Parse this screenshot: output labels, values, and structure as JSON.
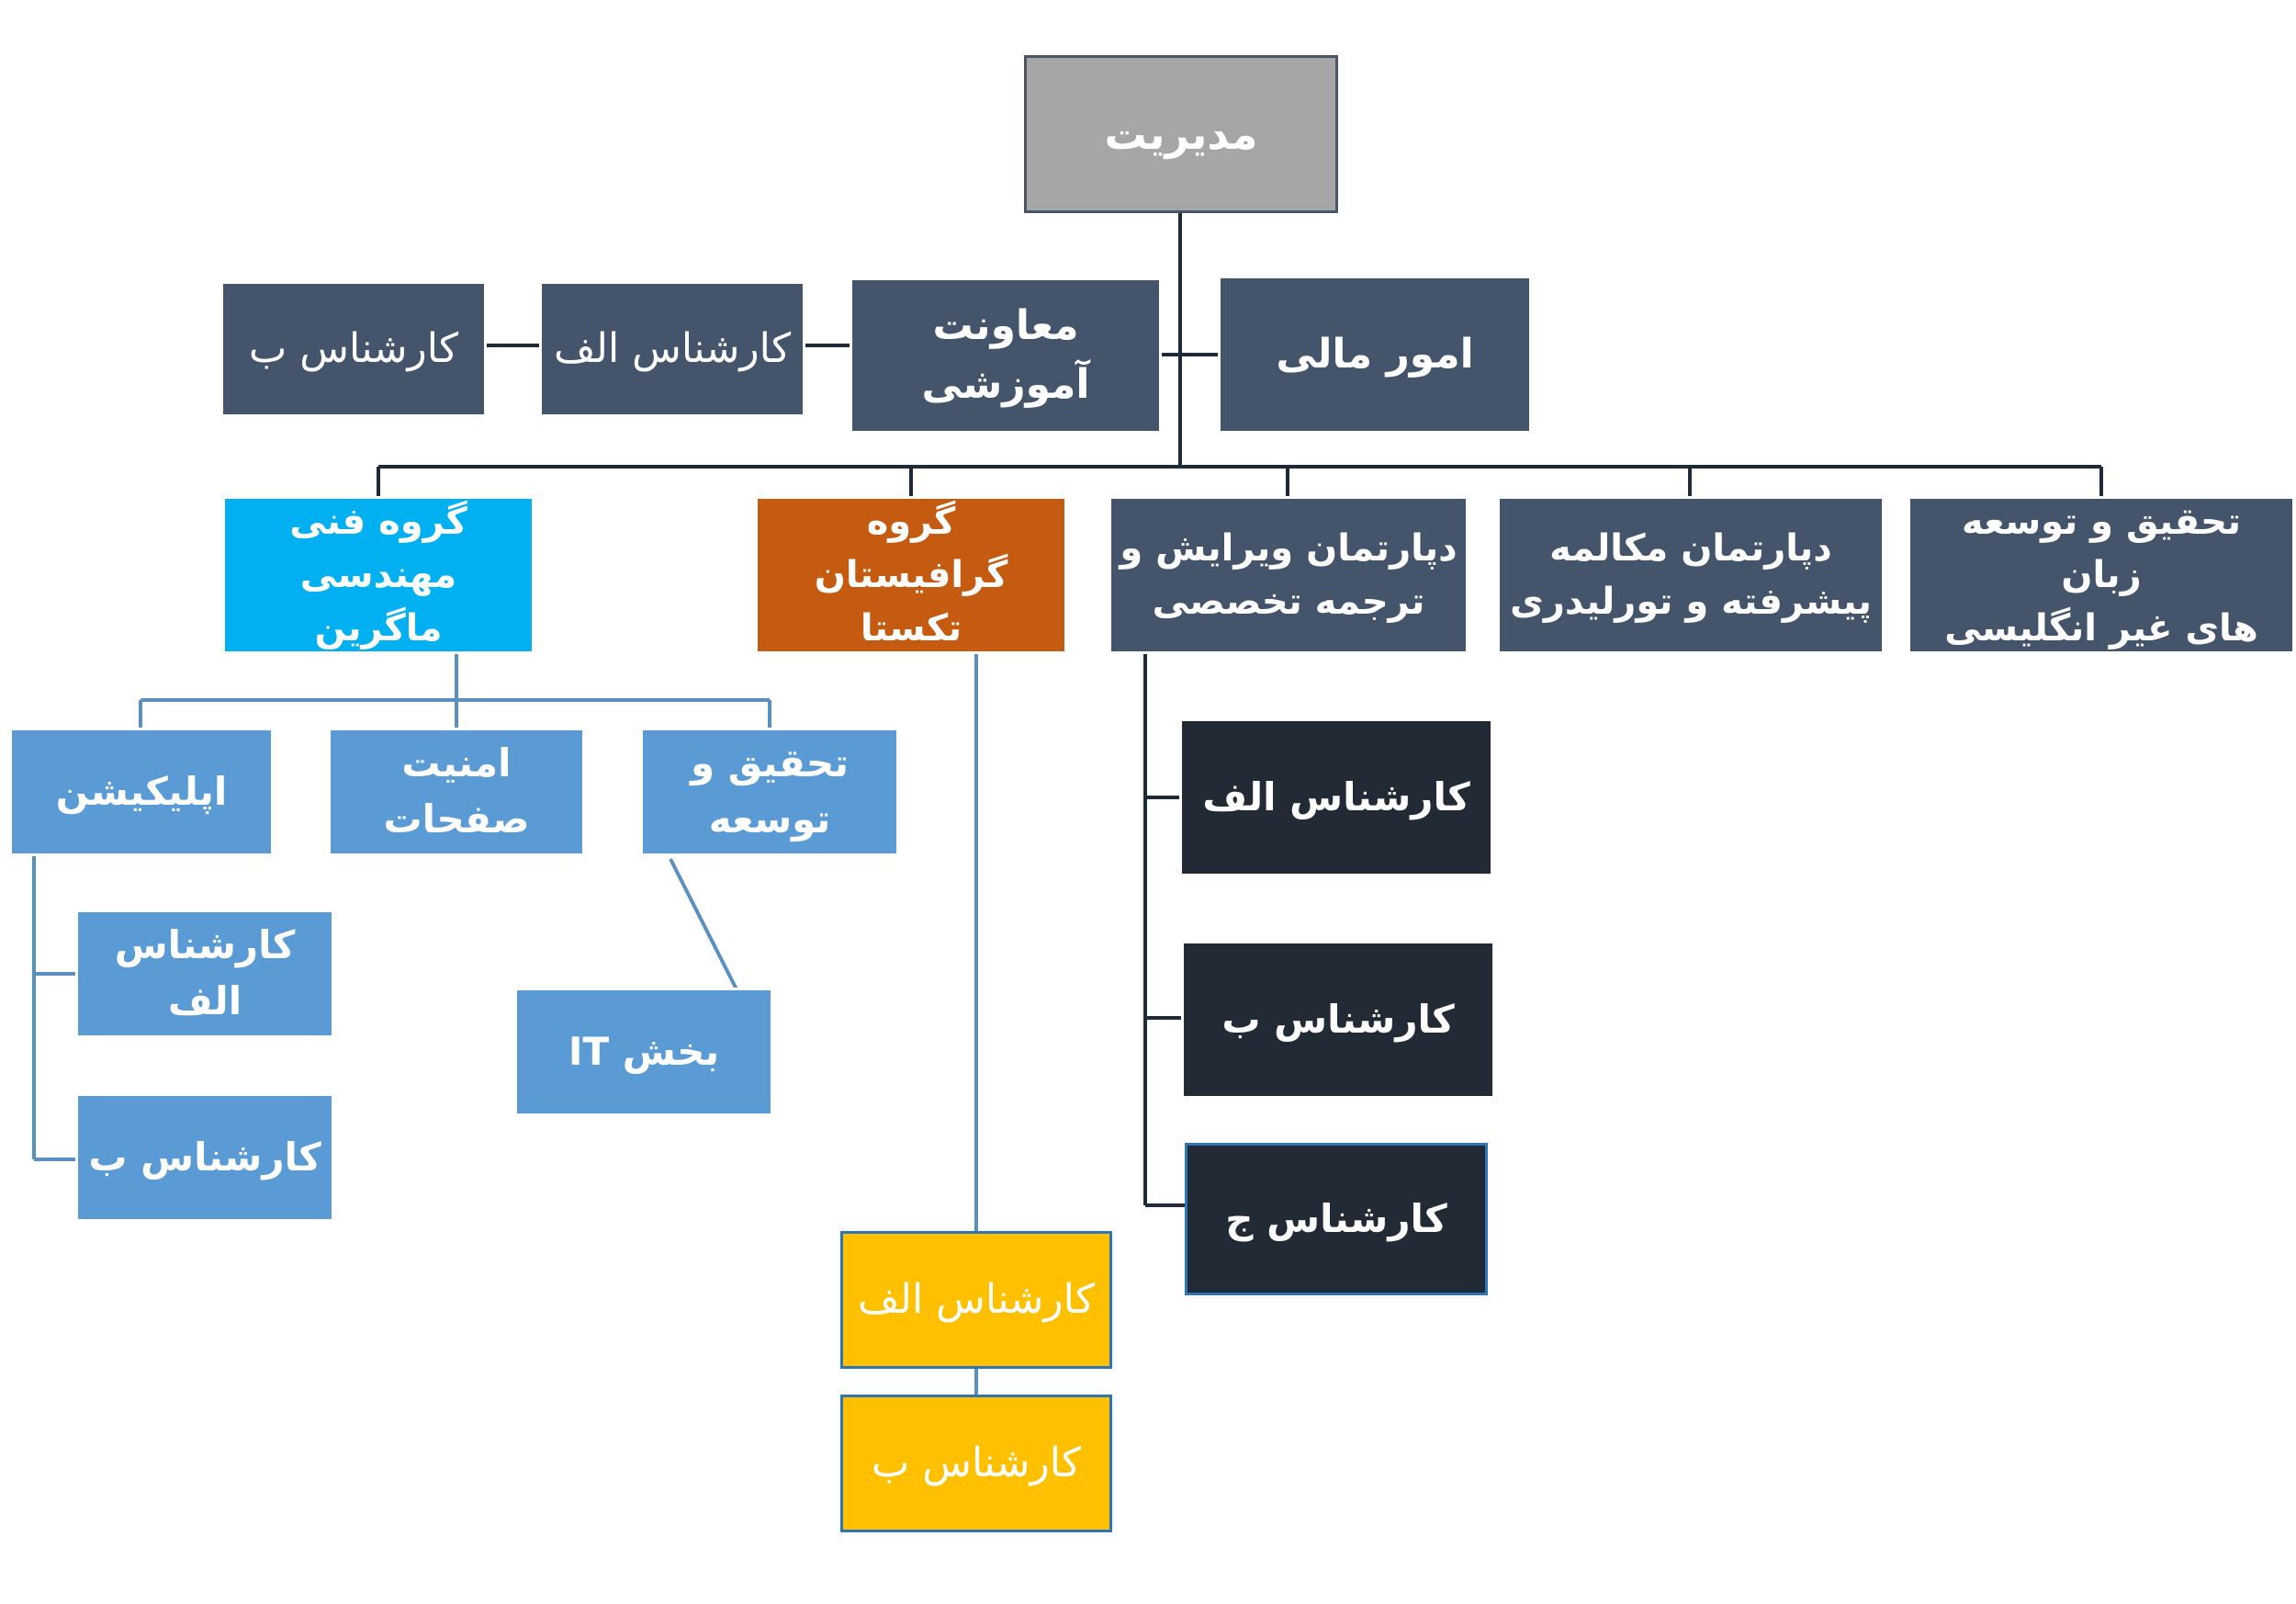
{
  "colors": {
    "root": "#a6a6a6",
    "slate": "#44546a",
    "cyan": "#00b0f0",
    "orange": "#c55a11",
    "blue": "#5b9bd5",
    "navy": "#222a35",
    "yellow": "#ffc000",
    "line_dark": "#1f2a38",
    "line_blue": "#5b8fbf"
  },
  "chart": {
    "root": "مدیریت",
    "finance": "امور مالی",
    "edu_deputy": "معاونت آموزشی",
    "edu_expert_a": "کارشناس الف",
    "edu_expert_b": "کارشناس ب",
    "rnd_non_english": "تحقیق و توسعه زبان\nهای غیر انگلیسی",
    "dept_conversation": "دپارتمان مکالمه\nپیشرفته و تورلیدری",
    "dept_translation": "دپارتمان ویرایش و\nترجمه تخصصی",
    "graphics_group": "گروه گرافیستان\nتکستا",
    "tech_group": "گروه فنی\nمهندسی ماگرین",
    "tech_application": "اپلیکیشن",
    "tech_security": "امنیت\nصفحات",
    "tech_rnd": "تحقیق و\nتوسعه",
    "app_expert_a": "کارشناس الف",
    "app_expert_b": "کارشناس ب",
    "it_section": "بخش IT",
    "translation_expert_a": "کارشناس الف",
    "translation_expert_b": "کارشناس ب",
    "translation_expert_c": "کارشناس ج",
    "graphics_expert_a": "کارشناس الف",
    "graphics_expert_b": "کارشناس ب"
  }
}
